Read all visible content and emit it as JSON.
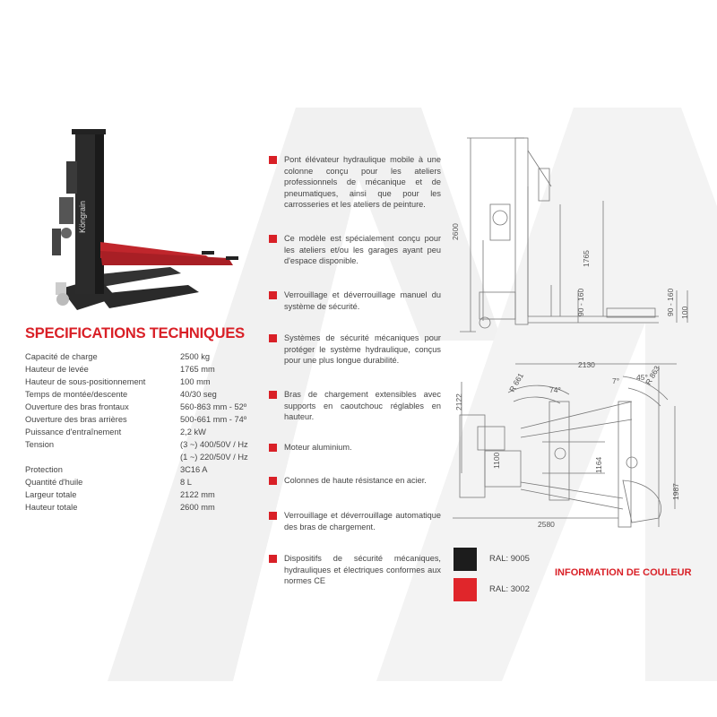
{
  "brand": {
    "name": "Köngrain"
  },
  "specifications": {
    "title": "SPECIFICATIONS TECHNIQUES",
    "rows": [
      {
        "label": "Capacité de charge",
        "value": "2500 kg"
      },
      {
        "label": "Hauteur de levée",
        "value": "1765 mm"
      },
      {
        "label": "Hauteur de sous-positionnement",
        "value": "100 mm"
      },
      {
        "label": "Temps de montée/descente",
        "value": "40/30 seg"
      },
      {
        "label": "Ouverture des bras frontaux",
        "value": "560-863 mm - 52º"
      },
      {
        "label": "Ouverture des bras arrières",
        "value": "500-661 mm - 74º"
      },
      {
        "label": "Puissance d'entraînement",
        "value": "2,2 kW"
      },
      {
        "label": "Tension",
        "value": "(3 ~) 400/50V / Hz"
      },
      {
        "label": "",
        "value": "(1 ~) 220/50V / Hz"
      },
      {
        "label": "Protection",
        "value": "3C16 A"
      },
      {
        "label": "Quantité d'huile",
        "value": "8 L"
      },
      {
        "label": "Largeur totale",
        "value": "2122 mm"
      },
      {
        "label": "Hauteur totale",
        "value": "2600 mm"
      }
    ]
  },
  "features": [
    "Pont élévateur hydraulique mobile à une colonne conçu pour les ateliers professionnels de mécanique et de pneumatiques, ainsi que pour les carrosseries et les ateliers de peinture.",
    "Ce modèle est spécialement conçu pour les ateliers et/ou les garages ayant peu d'espace disponible.",
    "Verrouillage et déverrouillage manuel du système de sécurité.",
    "Systèmes de sécurité mécaniques pour protéger le système hydraulique, conçus pour une plus longue durabilité.",
    "Bras de chargement extensibles avec supports en caoutchouc réglables en hauteur.",
    "Moteur aluminium.",
    "Colonnes de haute résistance en acier.",
    "Verrouillage et déverrouillage automatique des bras de chargement.",
    "Dispositifs de sécurité mécaniques, hydrauliques et électriques conformes aux normes CE"
  ],
  "side_drawing": {
    "dim_total_height": "2600",
    "dim_lift_height": "1765",
    "dim_arm_range_1": "90 - 160",
    "dim_arm_range_2": "90 - 160",
    "dim_low": "100"
  },
  "top_drawing": {
    "dim_width": "2130",
    "dim_left_height": "2122",
    "dim_length": "2580",
    "dim_right": "1987",
    "dim_center_1": "1100",
    "dim_center_2": "1164",
    "radius_left": "R 661",
    "radius_right": "R 863",
    "angle_left": "74°",
    "angle_right_1": "7°",
    "angle_right_2": "45°"
  },
  "colors": {
    "title": "INFORMATION DE COULEUR",
    "swatches": [
      {
        "label": "RAL: 9005",
        "hex": "#1c1c1c"
      },
      {
        "label": "RAL: 3002",
        "hex": "#e0262b"
      }
    ]
  }
}
